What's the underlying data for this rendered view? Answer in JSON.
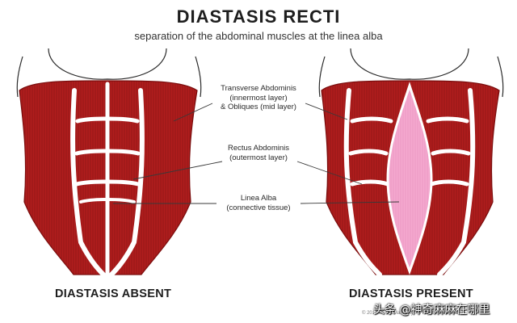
{
  "header": {
    "title": "DIASTASIS RECTI",
    "subtitle": "separation of the abdominal muscles at the linea alba"
  },
  "labels": {
    "transverse": [
      "Transverse Abdominis",
      "(innermost layer)",
      "& Obliques (mid layer)"
    ],
    "rectus": [
      "Rectus Abdominis",
      "(outermost layer)"
    ],
    "linea": [
      "Linea Alba",
      "(connective tissue)"
    ]
  },
  "captions": {
    "absent": "DIASTASIS ABSENT",
    "present": "DIASTASIS PRESENT"
  },
  "copyright": "© 2014 BEVR Maternity. All Rights Reserved.",
  "watermark": "头条 @神奇麻麻在哪里",
  "colors": {
    "muscle": "#b01d1d",
    "muscle_dark": "#7a0d0d",
    "linea_gap": "#f4a9cf",
    "outline": "#2a2a2a"
  }
}
